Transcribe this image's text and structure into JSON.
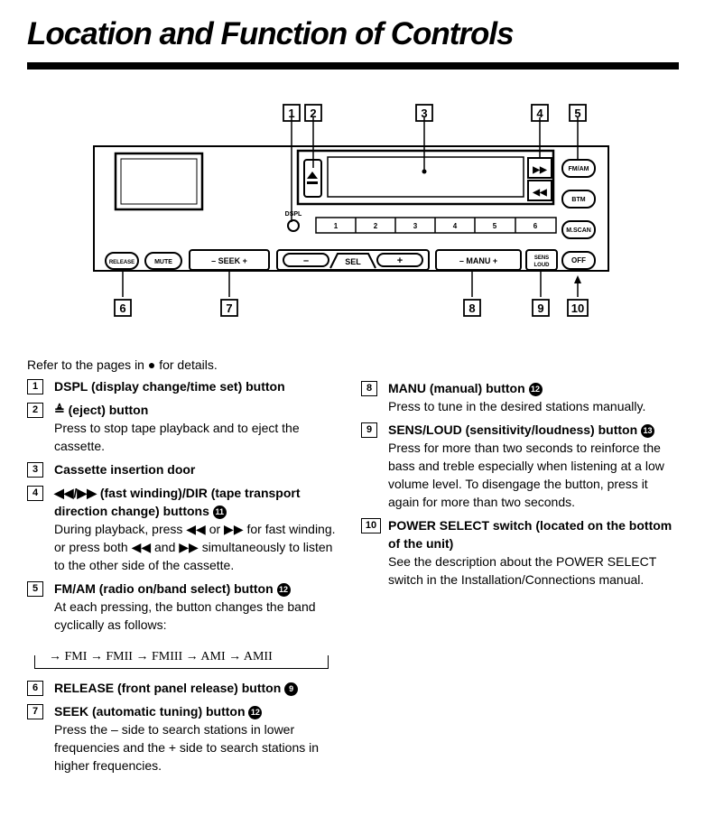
{
  "title": "Location and Function of Controls",
  "diagram": {
    "callouts": [
      "1",
      "2",
      "3",
      "4",
      "5",
      "6",
      "7",
      "8",
      "9",
      "10"
    ],
    "buttons": {
      "release": "RELEASE",
      "mute": "MUTE",
      "seek": "– SEEK +",
      "sel": "SEL",
      "manu": "– MANU +",
      "sens": "SENS",
      "loud": "LOUD",
      "off": "OFF",
      "fmam": "FM/AM",
      "btm": "BTM",
      "mscan": "M.SCAN",
      "dspl": "DSPL",
      "presets": [
        "1",
        "2",
        "3",
        "4",
        "5",
        "6"
      ],
      "minus": "–",
      "plus": "+"
    }
  },
  "intro": "Refer to the pages in ● for details.",
  "items": [
    {
      "num": "1",
      "head": "DSPL (display change/time set) button",
      "ref": "",
      "body": ""
    },
    {
      "num": "2",
      "head": "≜ (eject) button",
      "ref": "",
      "body": "Press to stop tape playback and to eject the cassette."
    },
    {
      "num": "3",
      "head": "Cassette insertion door",
      "ref": "",
      "body": ""
    },
    {
      "num": "4",
      "head": "◀◀/▶▶ (fast winding)/DIR (tape transport direction change) buttons",
      "ref": "11",
      "body": "During playback, press ◀◀ or ▶▶ for fast winding. or press both ◀◀ and ▶▶ simultaneously to listen to the other side of the cassette."
    },
    {
      "num": "5",
      "head": "FM/AM (radio on/band select) button",
      "ref": "12",
      "body": "At each pressing, the button changes the band cyclically as follows:"
    },
    {
      "num": "6",
      "head": "RELEASE (front panel release) button",
      "ref": "9",
      "body": ""
    },
    {
      "num": "7",
      "head": "SEEK (automatic tuning) button",
      "ref": "12",
      "body": "Press the – side to search stations in lower frequencies and the + side to search stations in higher frequencies."
    },
    {
      "num": "8",
      "head": "MANU (manual) button",
      "ref": "12",
      "body": "Press to tune in the desired stations manually."
    },
    {
      "num": "9",
      "head": "SENS/LOUD (sensitivity/loudness) button",
      "ref": "13",
      "body": "Press for more than two seconds to reinforce the bass and treble especially when listening at a low volume level. To disengage the button, press it again for more than two seconds."
    },
    {
      "num": "10",
      "head": "POWER SELECT switch (located on the bottom of the unit)",
      "ref": "",
      "body": "See the description about the POWER SELECT switch in the Installation/Connections manual."
    }
  ],
  "band_cycle": "→ FMI → FMII → FMIII → AMI → AMII"
}
